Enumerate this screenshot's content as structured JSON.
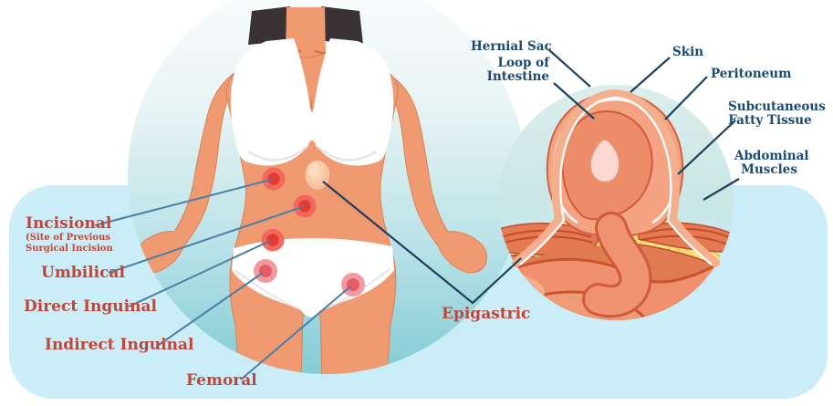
{
  "figure": {
    "type": "medical-illustration",
    "subject": "Abdominal hernia types and hernia cross-section"
  },
  "body_diagram": {
    "labels": {
      "incisional": {
        "title": "Incisional",
        "sub1": "(Site of Previous",
        "sub2": "Surgical Incision"
      },
      "umbilical": {
        "title": "Umbilical"
      },
      "direct_inguinal": {
        "title": "Direct Inguinal"
      },
      "indirect_inguinal": {
        "title": "Indirect Inguinal"
      },
      "femoral": {
        "title": "Femoral"
      },
      "epigastric": {
        "title": "Epigastric"
      }
    }
  },
  "cross_section": {
    "labels": {
      "hernial_sac": {
        "line1": "Hernial Sac"
      },
      "loop_of_intestine": {
        "line1": "Loop of",
        "line2": "Intestine"
      },
      "skin": {
        "line1": "Skin"
      },
      "peritoneum": {
        "line1": "Peritoneum"
      },
      "subcutaneous_fatty_tissue": {
        "line1": "Subcutaneous",
        "line2": "Fatty Tissue"
      },
      "abdominal_muscles": {
        "line1": "Abdominal",
        "line2": "Muscles"
      }
    }
  },
  "palette": {
    "band_blue": "#CBEDF7",
    "body_circle_teal": "#83CCD5",
    "detail_circle_teal": "#CBE7E6",
    "skin": "#F09A72",
    "skin_outline": "#DC8054",
    "hair": "#3A3134",
    "garment_white": "#FFFFFF",
    "label_red": "#C2453A",
    "label_navy": "#1A4A70",
    "leader_steel_blue": "#4B7FA6",
    "leader_navy": "#1D405E",
    "marker_red_outer": "#F2685C",
    "marker_red_inner": "#E03D33",
    "marker_pink_outer": "#F39AA1",
    "marker_pink_inner": "#E85C66",
    "fat_yellow": "#FBDF7B",
    "muscle": "#E57A52",
    "muscle_stripe": "#C04B30",
    "intestine": "#EF916F",
    "intestine_outline": "#C9532F",
    "skin_layer": "#F3B08E"
  }
}
